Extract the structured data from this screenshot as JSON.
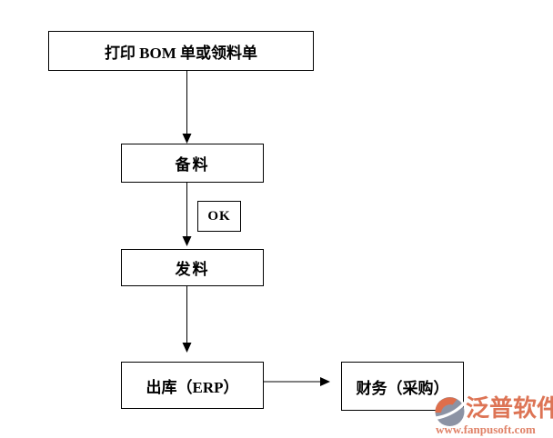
{
  "flowchart": {
    "nodes": [
      {
        "id": "print",
        "label": "打印 BOM 单或领料单"
      },
      {
        "id": "prepare",
        "label": "备料"
      },
      {
        "id": "ok",
        "label": "OK"
      },
      {
        "id": "issue",
        "label": "发料"
      },
      {
        "id": "outbound",
        "label": "出库（ERP）"
      },
      {
        "id": "finance",
        "label": "财务（采购）"
      }
    ],
    "edges": [
      {
        "from": "print",
        "to": "prepare",
        "direction": "down"
      },
      {
        "from": "prepare",
        "to": "issue",
        "direction": "down",
        "tag": "OK"
      },
      {
        "from": "issue",
        "to": "outbound",
        "direction": "down"
      },
      {
        "from": "outbound",
        "to": "finance",
        "direction": "right"
      }
    ]
  },
  "watermark": {
    "brand": "泛普软件",
    "url": "www.fanpusoft.com"
  },
  "colors": {
    "line": "#000000",
    "box_border": "#000000",
    "box_bg": "#ffffff",
    "text": "#000000",
    "brand": "#dd7455",
    "brand_url": "#e08268",
    "icon_orange": "#de6e4b",
    "icon_gray": "#8c93a4",
    "background": "#ffffff"
  }
}
